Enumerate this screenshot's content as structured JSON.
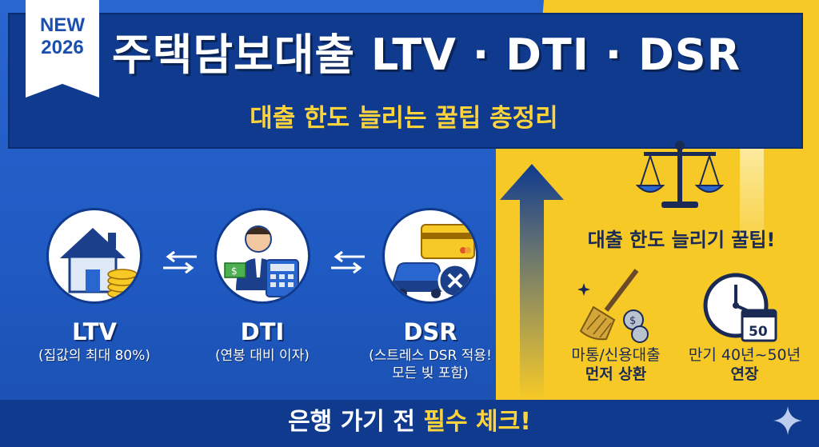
{
  "badge": {
    "line1": "NEW",
    "line2": "2026"
  },
  "header": {
    "title": "주택담보대출 LTV · DTI · DSR",
    "subtitle": "대출 한도 늘리는 꿀팁 총정리"
  },
  "concepts": [
    {
      "label": "LTV",
      "desc": "(집값의 최대 80%)",
      "icon": "house-coins-icon"
    },
    {
      "label": "DTI",
      "desc": "(연봉 대비 이자)",
      "icon": "person-calculator-icon"
    },
    {
      "label": "DSR",
      "desc_line1": "(스트레스 DSR 적용!",
      "desc_line2": "모든 빚 포함)",
      "icon": "card-car-icon"
    }
  ],
  "tips": {
    "title": "대출 한도 늘리기 꿀팁!",
    "items": [
      {
        "line1": "마통/신용대출",
        "line2": "먼저 상환",
        "icon": "broom-coins-icon"
      },
      {
        "line1": "만기 40년~50년",
        "line2": "연장",
        "icon": "clock-calendar-icon",
        "calendar_number": "50"
      }
    ]
  },
  "footer": {
    "text_prefix": "은행 가기 전 ",
    "text_highlight": "필수 체크!"
  },
  "colors": {
    "blue": "#1f59c2",
    "navy": "#0f3a8e",
    "yellow": "#f6c926",
    "gold_text": "#ffd43b"
  }
}
